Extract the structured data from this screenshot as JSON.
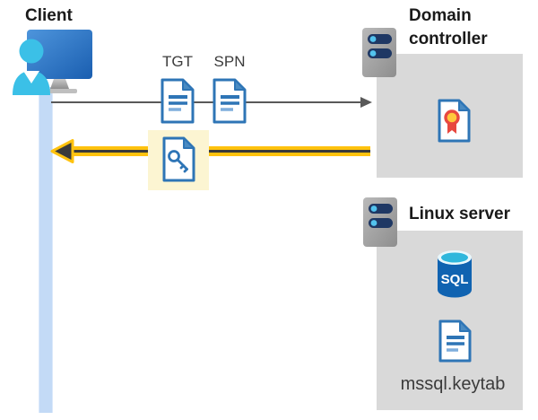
{
  "client": {
    "label": "Client",
    "icon": "client-user-monitor-icon"
  },
  "flow": {
    "tgt_label": "TGT",
    "spn_label": "SPN",
    "request_arrow": "client-to-domain-controller",
    "response_arrow": "domain-controller-to-client",
    "request_icons": [
      "tgt-document-icon",
      "spn-document-icon"
    ],
    "response_icon": "key-ticket-document-icon"
  },
  "domain_controller": {
    "label": "Domain controller",
    "server_icon": "server-icon",
    "content_icon": "certificate-icon"
  },
  "linux_server": {
    "label": "Linux server",
    "server_icon": "server-icon",
    "sql_badge": "SQL",
    "sql_icon": "sql-database-icon",
    "keytab_icon": "keytab-document-icon",
    "keytab_label": "mssql.keytab"
  },
  "colors": {
    "accent_yellow": "#ffc20e",
    "highlight_yellow": "#fcf5d2",
    "box_gray": "#d9d9d9",
    "doc_border_blue": "#2e75b6",
    "doc_fold_blue": "#4a8bc2",
    "doc_line_light_blue": "#7faedc",
    "lifeline_blue": "#c3daf6",
    "person_cyan": "#3bc0e7",
    "monitor_blue": "#2f7ccb",
    "sql_body_blue": "#1063b1",
    "sql_top_cyan": "#2fb7dc",
    "server_gray": "#a8a8a8",
    "server_bay_navy": "#1f3864",
    "server_dot_cyan": "#53c3ee",
    "arrow_gray": "#595959",
    "arrow_core_dark": "#3a3a3a",
    "text_dark": "#1a1a1a",
    "certificate_red": "#e8483f",
    "certificate_gold": "#ffc83d"
  }
}
